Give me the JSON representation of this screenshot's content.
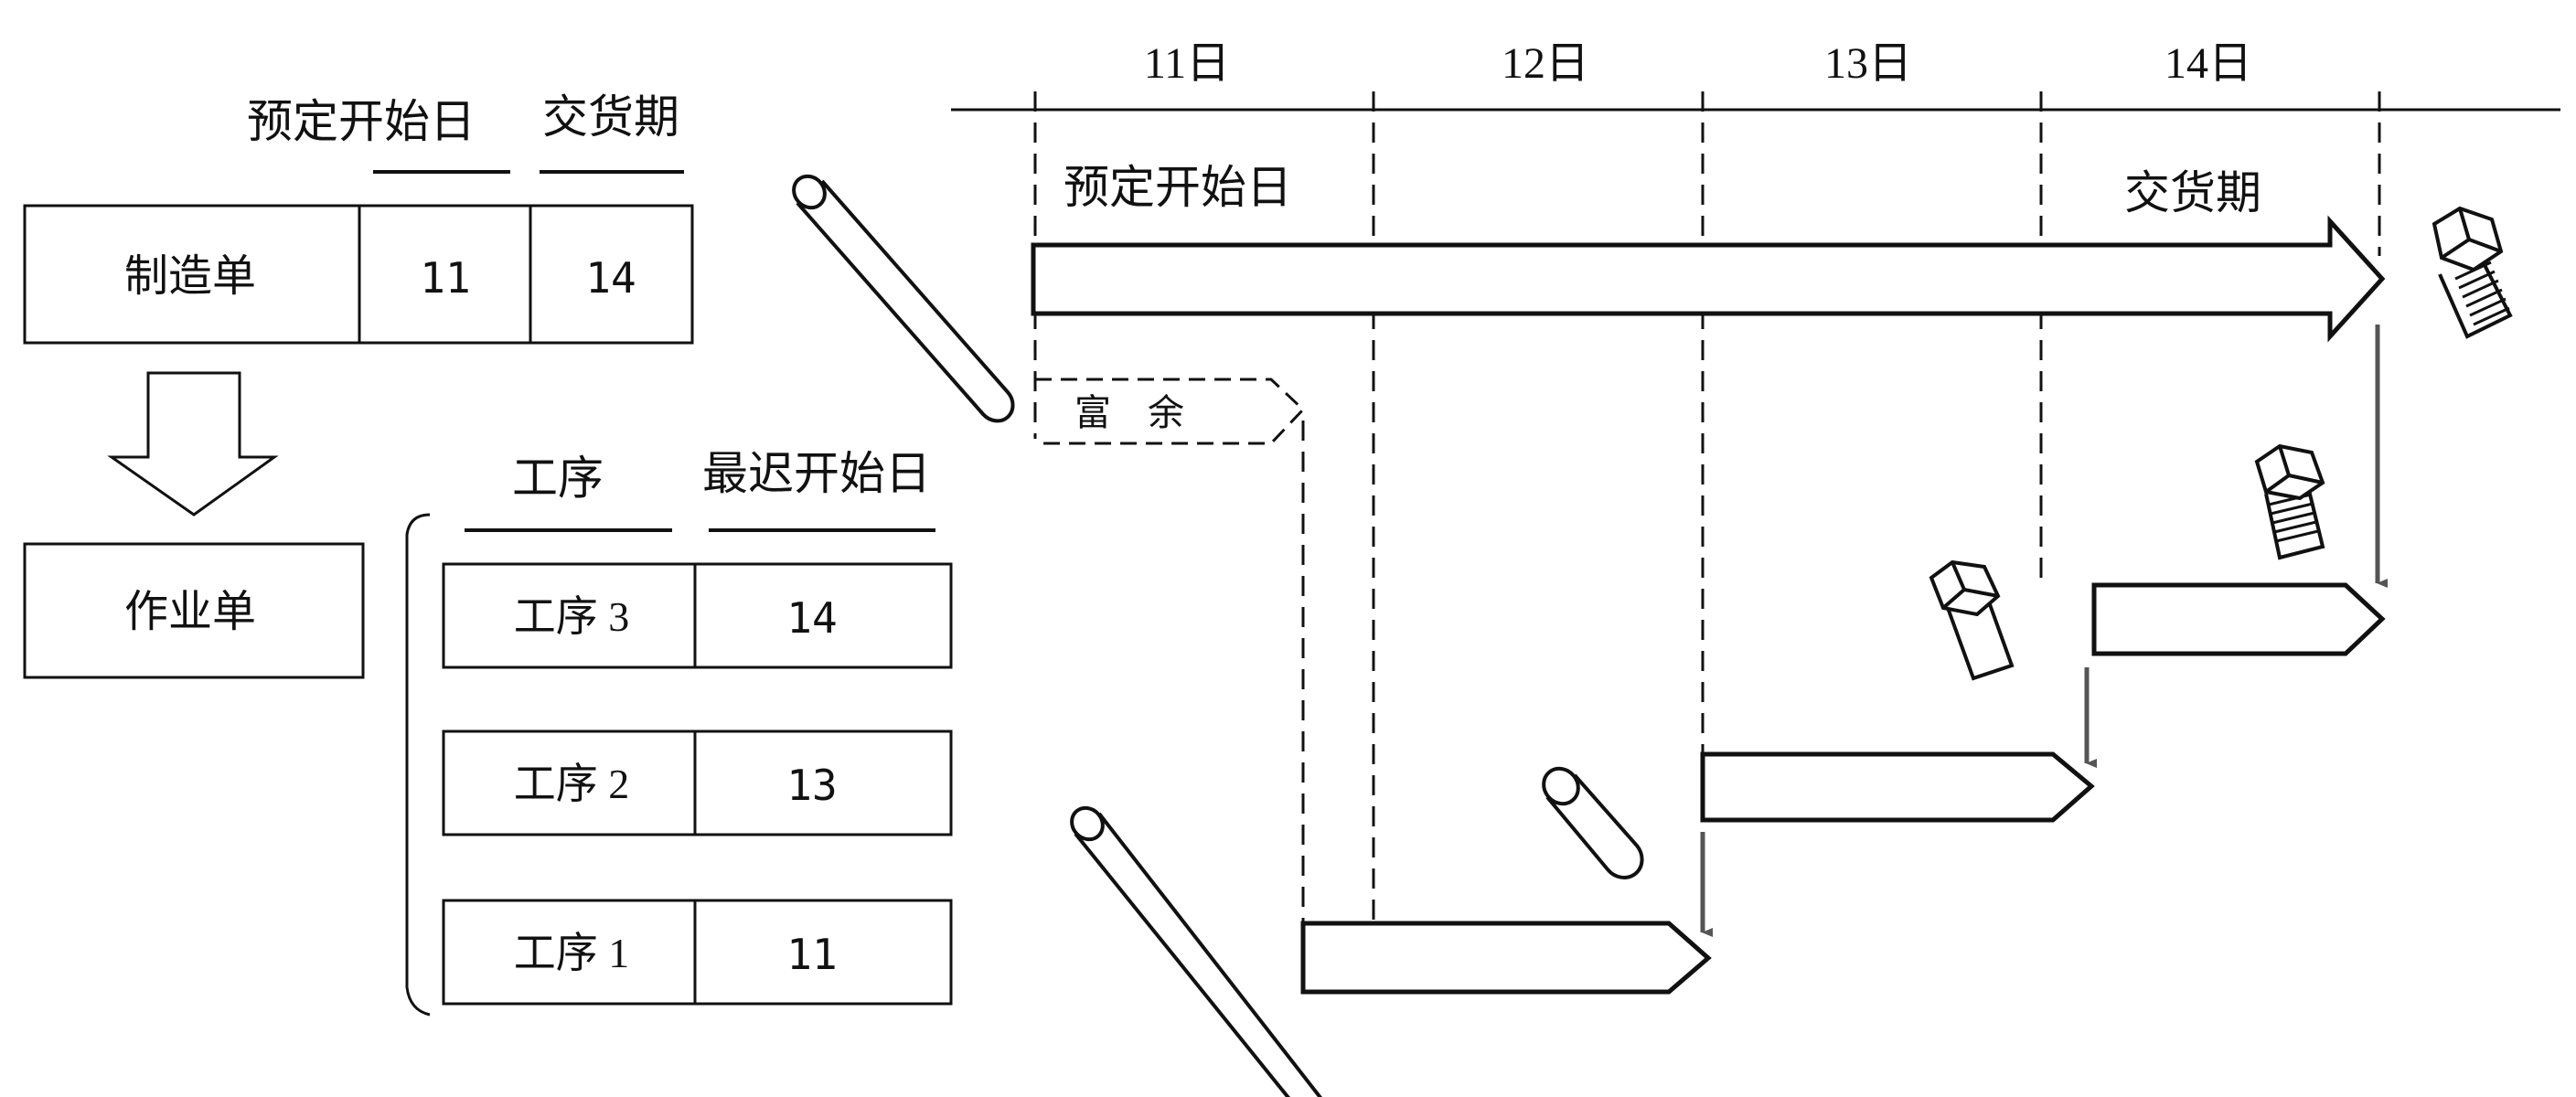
{
  "table_headers": {
    "planned_start": "预定开始日",
    "delivery": "交货期",
    "process": "工序",
    "latest_start": "最迟开始日"
  },
  "manufacturing_order": {
    "label": "制造单",
    "planned_start": "11",
    "delivery": "14"
  },
  "work_order": {
    "label": "作业单"
  },
  "processes": [
    {
      "name": "工序 3",
      "latest_start": "14"
    },
    {
      "name": "工序 2",
      "latest_start": "13"
    },
    {
      "name": "工序 1",
      "latest_start": "11"
    }
  ],
  "timeline": {
    "days": [
      "11日",
      "12日",
      "13日",
      "14日"
    ],
    "planned_start_label": "预定开始日",
    "delivery_label": "交货期",
    "slack_label": "富　余"
  },
  "colors": {
    "line": "#111111",
    "arrow_fill": "#ffffff",
    "down_arrow": "#555555"
  }
}
